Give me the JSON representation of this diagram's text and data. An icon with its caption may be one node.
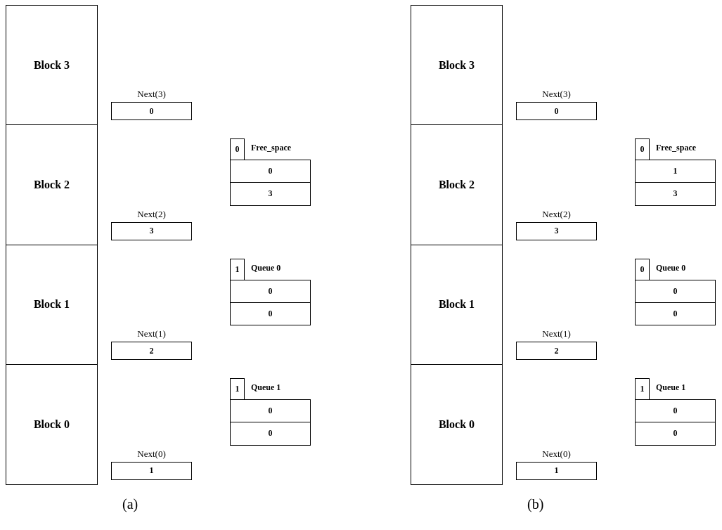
{
  "diagram": {
    "nodes": [
      {
        "text": [
          "Block 3"
        ]
      },
      {
        "text": [
          "Block 2"
        ]
      },
      {
        "text": [
          "Block 1"
        ]
      },
      {
        "text": [
          "Block 0"
        ]
      },
      {
        "text": [
          "Next(3)",
          "0"
        ]
      },
      {
        "text": [
          "Next(2)",
          "3"
        ]
      },
      {
        "text": [
          "Next(1)",
          "2"
        ]
      },
      {
        "text": [
          "Next(0)",
          "1"
        ]
      },
      {
        "text": [
          "0"
        ]
      },
      {
        "text": [
          "0"
        ]
      },
      {
        "text": [
          "3"
        ]
      },
      {
        "text": [
          "1"
        ]
      },
      {
        "text": [
          "0"
        ]
      },
      {
        "text": [
          "0"
        ]
      },
      {
        "text": [
          "1"
        ]
      },
      {
        "text": [
          "0"
        ]
      },
      {
        "text": [
          "0"
        ]
      },
      {
        "text": [
          "Block 3"
        ]
      },
      {
        "text": [
          "Block 2"
        ]
      },
      {
        "text": [
          "Block 1"
        ]
      },
      {
        "text": [
          "Block 0"
        ]
      },
      {
        "text": [
          "Next(3)",
          "0"
        ]
      },
      {
        "text": [
          "Next(2)",
          "3"
        ]
      },
      {
        "text": [
          "Next(1)",
          "2"
        ]
      },
      {
        "text": [
          "Next(0)",
          "1"
        ]
      },
      {
        "text": [
          "0"
        ]
      },
      {
        "text": [
          "1"
        ]
      },
      {
        "text": [
          "3"
        ]
      },
      {
        "text": [
          "0"
        ]
      },
      {
        "text": [
          "0"
        ]
      },
      {
        "text": [
          "0"
        ]
      },
      {
        "text": [
          "1"
        ]
      },
      {
        "text": [
          "0"
        ]
      },
      {
        "text": [
          "0"
        ]
      }
    ],
    "labels": [
      "Free_space",
      "Queue 0",
      "Queue 1",
      "Free_space",
      "Queue 0",
      "Queue 1",
      "(a)",
      "(b)"
    ]
  }
}
